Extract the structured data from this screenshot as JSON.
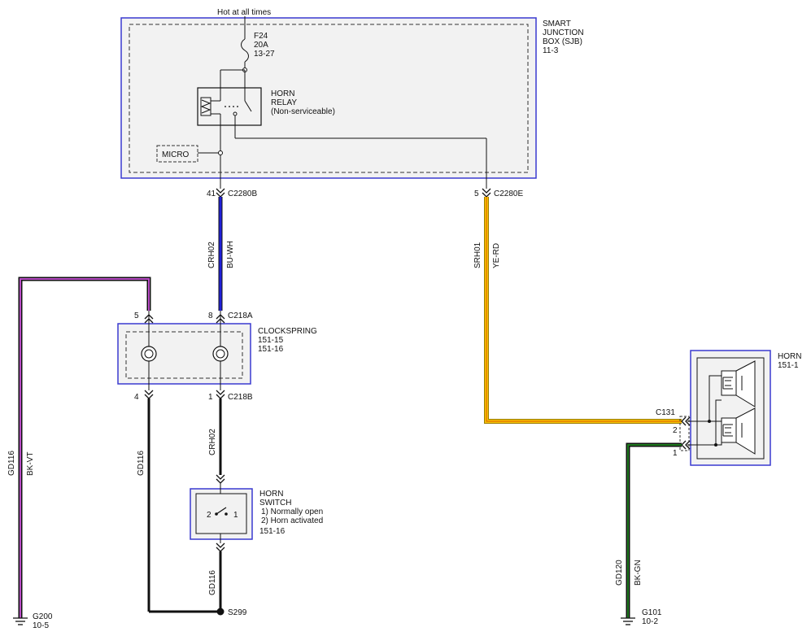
{
  "sjb": {
    "supply": "Hot at all times",
    "title": [
      "SMART",
      "JUNCTION",
      "BOX (SJB)",
      "11-3"
    ],
    "fuse": [
      "F24",
      "20A",
      "13-27"
    ],
    "relay": [
      "HORN",
      "RELAY",
      "(Non-serviceable)"
    ],
    "micro": "MICRO"
  },
  "connectors": {
    "c2280b_pin": "41",
    "c2280b": "C2280B",
    "c2280e_pin": "5",
    "c2280e": "C2280E",
    "c218a_pin_left": "5",
    "c218a_pin_right": "8",
    "c218a": "C218A",
    "c218b_pin_left": "4",
    "c218b_pin_right": "1",
    "c218b": "C218B",
    "c131": "C131",
    "c131_pin2": "2",
    "c131_pin1": "1"
  },
  "wires": {
    "crh02_top": [
      "CRH02",
      "BU-WH"
    ],
    "srh01": [
      "SRH01",
      "YE-RD"
    ],
    "gd116_left": [
      "GD116",
      "BK-VT"
    ],
    "gd116_mid": "GD116",
    "crh02_bottom": "CRH02",
    "gd116_bottom": "GD116",
    "gd120": [
      "GD120",
      "BK-GN"
    ]
  },
  "components": {
    "clockspring": [
      "CLOCKSPRING",
      "151-15",
      "151-16"
    ],
    "horn_switch": [
      "HORN",
      "SWITCH",
      "1) Normally open",
      "2) Horn activated",
      "151-16"
    ],
    "switch_pins": [
      "2",
      "1"
    ],
    "horn": [
      "HORN",
      "151-1"
    ]
  },
  "grounds": {
    "s299": "S299",
    "g200": [
      "G200",
      "10-5"
    ],
    "g101": [
      "G101",
      "10-2"
    ]
  },
  "colors": {
    "box_outline": "#3a3ad0",
    "box_fill": "#f2f2f2",
    "wire_bu_wh": "#1f1fd8",
    "wire_ye_rd": "#f5c400",
    "wire_ye_rd_stripe": "#e05a00",
    "wire_bk_vt": "#b94cc6",
    "wire_bk_gn": "#1f7a1f"
  }
}
